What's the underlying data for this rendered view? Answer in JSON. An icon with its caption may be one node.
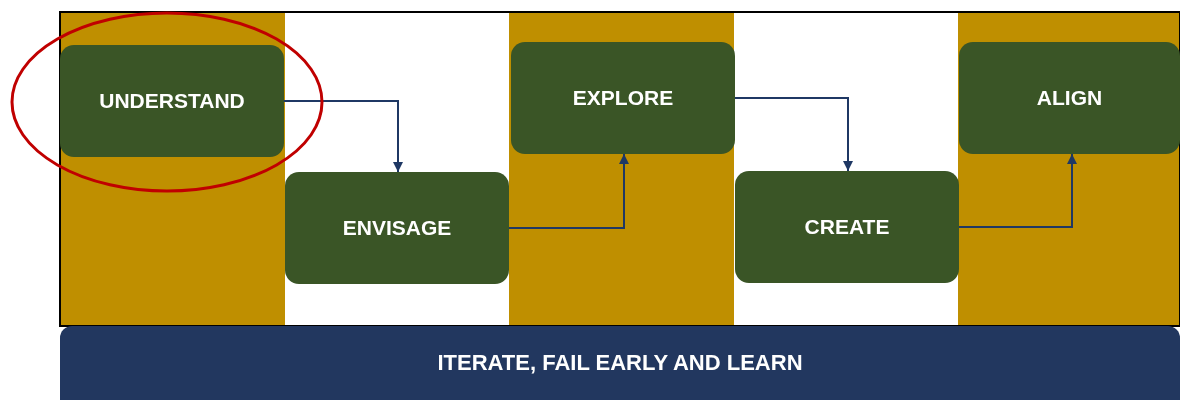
{
  "diagram": {
    "nodes": [
      {
        "text": [
          "UNDERSTAND"
        ]
      },
      {
        "text": [
          "ENVISAGE"
        ]
      },
      {
        "text": [
          "EXPLORE"
        ]
      },
      {
        "text": [
          "CREATE"
        ]
      },
      {
        "text": [
          "ALIGN"
        ]
      },
      {
        "text": [
          "ITERATE, FAIL EARLY AND LEARN"
        ]
      }
    ],
    "edges": [
      {
        "from": 0,
        "to": 1,
        "arrow": "to"
      },
      {
        "from": 1,
        "to": 2,
        "arrow": "to"
      },
      {
        "from": 2,
        "to": 3,
        "arrow": "to"
      },
      {
        "from": 3,
        "to": 4,
        "arrow": "to"
      }
    ]
  }
}
